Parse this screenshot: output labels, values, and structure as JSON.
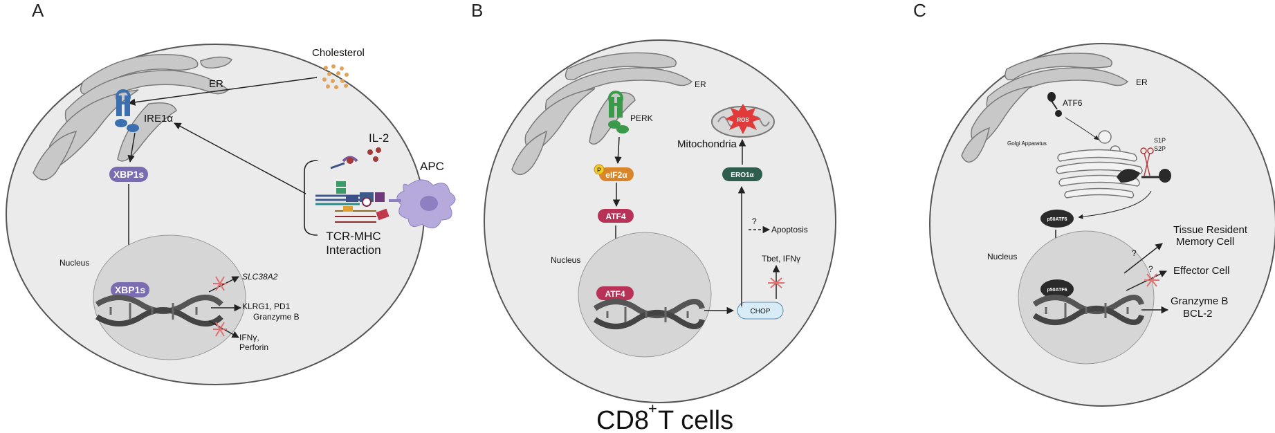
{
  "figure": {
    "caption_main": "CD8",
    "caption_sup": "+",
    "caption_rest": " T cells",
    "colors": {
      "cell_fill": "#ebebeb",
      "nucleus_fill": "#d6d6d6",
      "xbp1s": "#7b6bb0",
      "eif2a": "#d9852a",
      "atf4": "#b83257",
      "ero1a": "#2f5e4e",
      "chop": "#d8ecf8",
      "p50atf6": "#2a2a2a",
      "inhibit_x": "#e07070",
      "apc": "#b6a9dc"
    }
  },
  "panel_a": {
    "letter": "A",
    "er": "ER",
    "cholesterol": "Cholesterol",
    "ire1a": "IRE1α",
    "il2": "IL-2",
    "apc": "APC",
    "tcr_line1": "TCR-MHC",
    "tcr_line2": "Interaction",
    "xbp1s": "XBP1s",
    "nucleus": "Nucleus",
    "xbp1s_nuc": "XBP1s",
    "slc": "SLC38A2",
    "klrg_line1": "KLRG1, PD1",
    "klrg_line2": "Granzyme B",
    "ifn_line1": "IFNγ,",
    "ifn_line2": "Perforin"
  },
  "panel_b": {
    "letter": "B",
    "er": "ER",
    "perk": "PERK",
    "p_mark": "P",
    "eif2a": "eIF2α",
    "atf4": "ATF4",
    "nucleus": "Nucleus",
    "atf4_nuc": "ATF4",
    "ros": "ROS",
    "mito": "Mitochondria",
    "ero1a": "ERO1α",
    "question": "?",
    "apoptosis": "Apoptosis",
    "tbet": "Tbet, IFNγ",
    "chop": "CHOP"
  },
  "panel_c": {
    "letter": "C",
    "er": "ER",
    "atf6": "ATF6",
    "golgi": "Golgi Apparatus",
    "s1p": "S1P",
    "s2p": "S2P",
    "p50": "p50ATF6",
    "nucleus": "Nucleus",
    "p50_nuc": "p50ATF6",
    "trm_line1": "Tissue Resident",
    "trm_line2": "Memory Cell",
    "q1": "?",
    "effector": "Effector Cell",
    "q2": "?",
    "gzmb": "Granzyme B",
    "bcl2": "BCL-2"
  }
}
